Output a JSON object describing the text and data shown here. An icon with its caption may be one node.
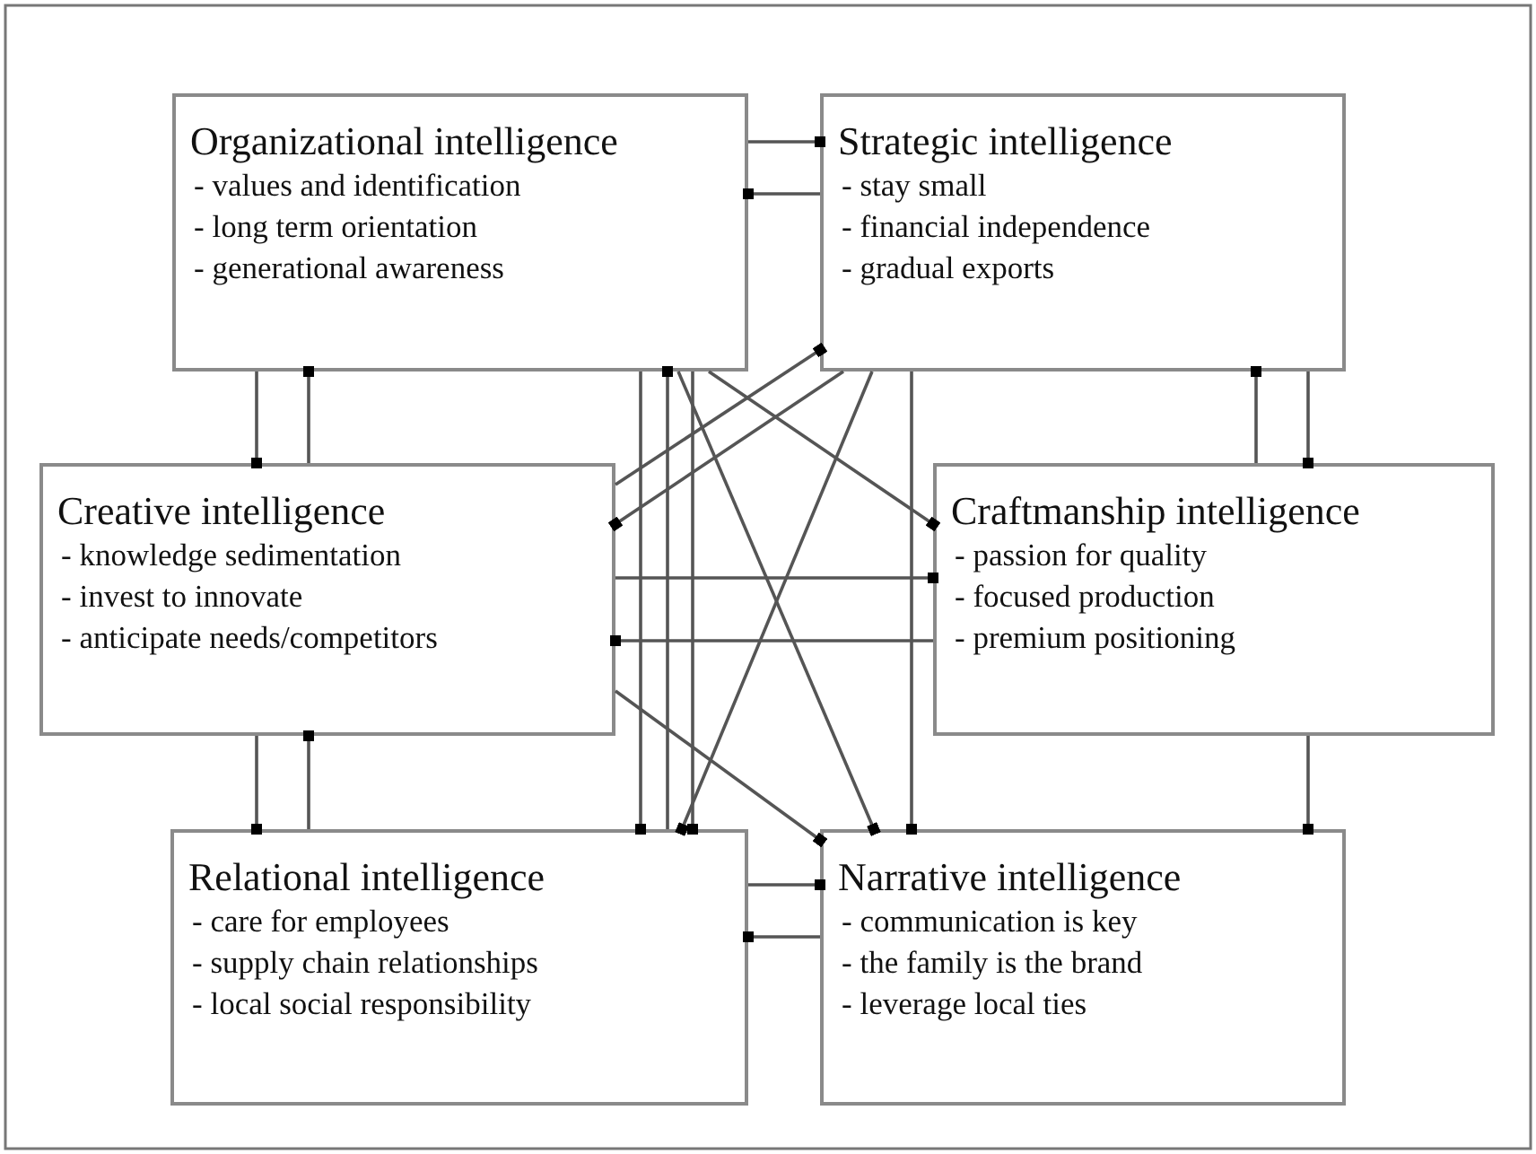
{
  "diagram": {
    "nodes": [
      {
        "text": [
          "Organizational intelligence",
          "- values and identification",
          "- long term orientation",
          "- generational awareness"
        ]
      },
      {
        "text": [
          "Strategic intelligence",
          "- stay small",
          "- financial independence",
          "- gradual exports"
        ]
      },
      {
        "text": [
          "Creative intelligence",
          "- knowledge sedimentation",
          "- invest to innovate",
          "- anticipate needs/competitors"
        ]
      },
      {
        "text": [
          "Craftmanship intelligence",
          "- passion for quality",
          "- focused production",
          "- premium positioning"
        ]
      },
      {
        "text": [
          "Relational intelligence",
          "- care for employees",
          "- supply chain relationships",
          "- local social responsibility"
        ]
      },
      {
        "text": [
          "Narrative intelligence",
          "- communication is key",
          "- the family is the brand",
          "- leverage local ties"
        ]
      }
    ],
    "edges": [
      {
        "from": 0,
        "to": 1,
        "arrow": "other"
      },
      {
        "from": 1,
        "to": 0,
        "arrow": "other"
      },
      {
        "from": 0,
        "to": 2,
        "arrow": "other"
      },
      {
        "from": 2,
        "to": 0,
        "arrow": "other"
      },
      {
        "from": 1,
        "to": 3,
        "arrow": "other"
      },
      {
        "from": 3,
        "to": 1,
        "arrow": "other"
      },
      {
        "from": 2,
        "to": 4,
        "arrow": "other"
      },
      {
        "from": 4,
        "to": 2,
        "arrow": "other"
      },
      {
        "from": 2,
        "to": 3,
        "arrow": "other"
      },
      {
        "from": 3,
        "to": 2,
        "arrow": "other"
      },
      {
        "from": 3,
        "to": 5,
        "arrow": "other"
      },
      {
        "from": 4,
        "to": 5,
        "arrow": "other"
      },
      {
        "from": 5,
        "to": 4,
        "arrow": "other"
      },
      {
        "from": 2,
        "to": 1,
        "arrow": "other"
      },
      {
        "from": 1,
        "to": 2,
        "arrow": "other"
      },
      {
        "from": 0,
        "to": 3,
        "arrow": "other"
      },
      {
        "from": 0,
        "to": 5,
        "arrow": "other"
      },
      {
        "from": 1,
        "to": 4,
        "arrow": "other"
      },
      {
        "from": 2,
        "to": 5,
        "arrow": "other"
      },
      {
        "from": 0,
        "to": 4,
        "arrow": "other"
      },
      {
        "from": 4,
        "to": 0,
        "arrow": "other"
      },
      {
        "from": 0,
        "to": 4,
        "arrow": "other"
      },
      {
        "from": 1,
        "to": 5,
        "arrow": "other"
      }
    ]
  }
}
